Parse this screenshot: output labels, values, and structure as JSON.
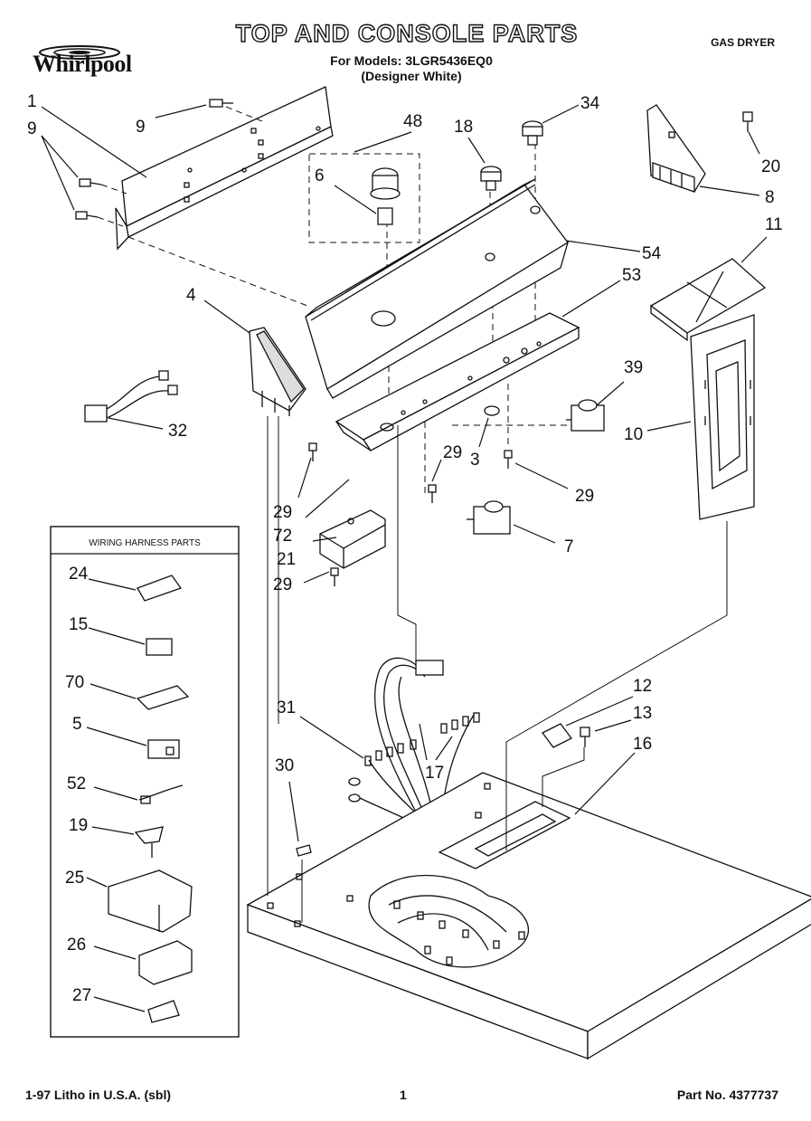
{
  "header": {
    "brand": "Whirlpool",
    "title": "TOP AND CONSOLE PARTS",
    "models": "For Models: 3LGR5436EQ0",
    "color": "(Designer White)",
    "product": "GAS DRYER"
  },
  "wiring_box": {
    "title": "WIRING HARNESS PARTS"
  },
  "part_labels": {
    "p1": "1",
    "p9a": "9",
    "p9b": "9",
    "p48": "48",
    "p6": "6",
    "p18": "18",
    "p34": "34",
    "p20": "20",
    "p8": "8",
    "p11": "11",
    "p54": "54",
    "p53": "53",
    "p4": "4",
    "p39": "39",
    "p32": "32",
    "p10": "10",
    "p3": "3",
    "p29a": "29",
    "p29b": "29",
    "p29c": "29",
    "p29d": "29",
    "p72": "72",
    "p21": "21",
    "p7": "7",
    "p12": "12",
    "p13": "13",
    "p16": "16",
    "p31": "31",
    "p17": "17",
    "p30": "30",
    "p24": "24",
    "p15": "15",
    "p70": "70",
    "p5": "5",
    "p52": "52",
    "p19": "19",
    "p25": "25",
    "p26": "26",
    "p27": "27"
  },
  "footer": {
    "left": "1-97 Litho in U.S.A. (sbl)",
    "page": "1",
    "part_no": "Part No. 4377737"
  }
}
